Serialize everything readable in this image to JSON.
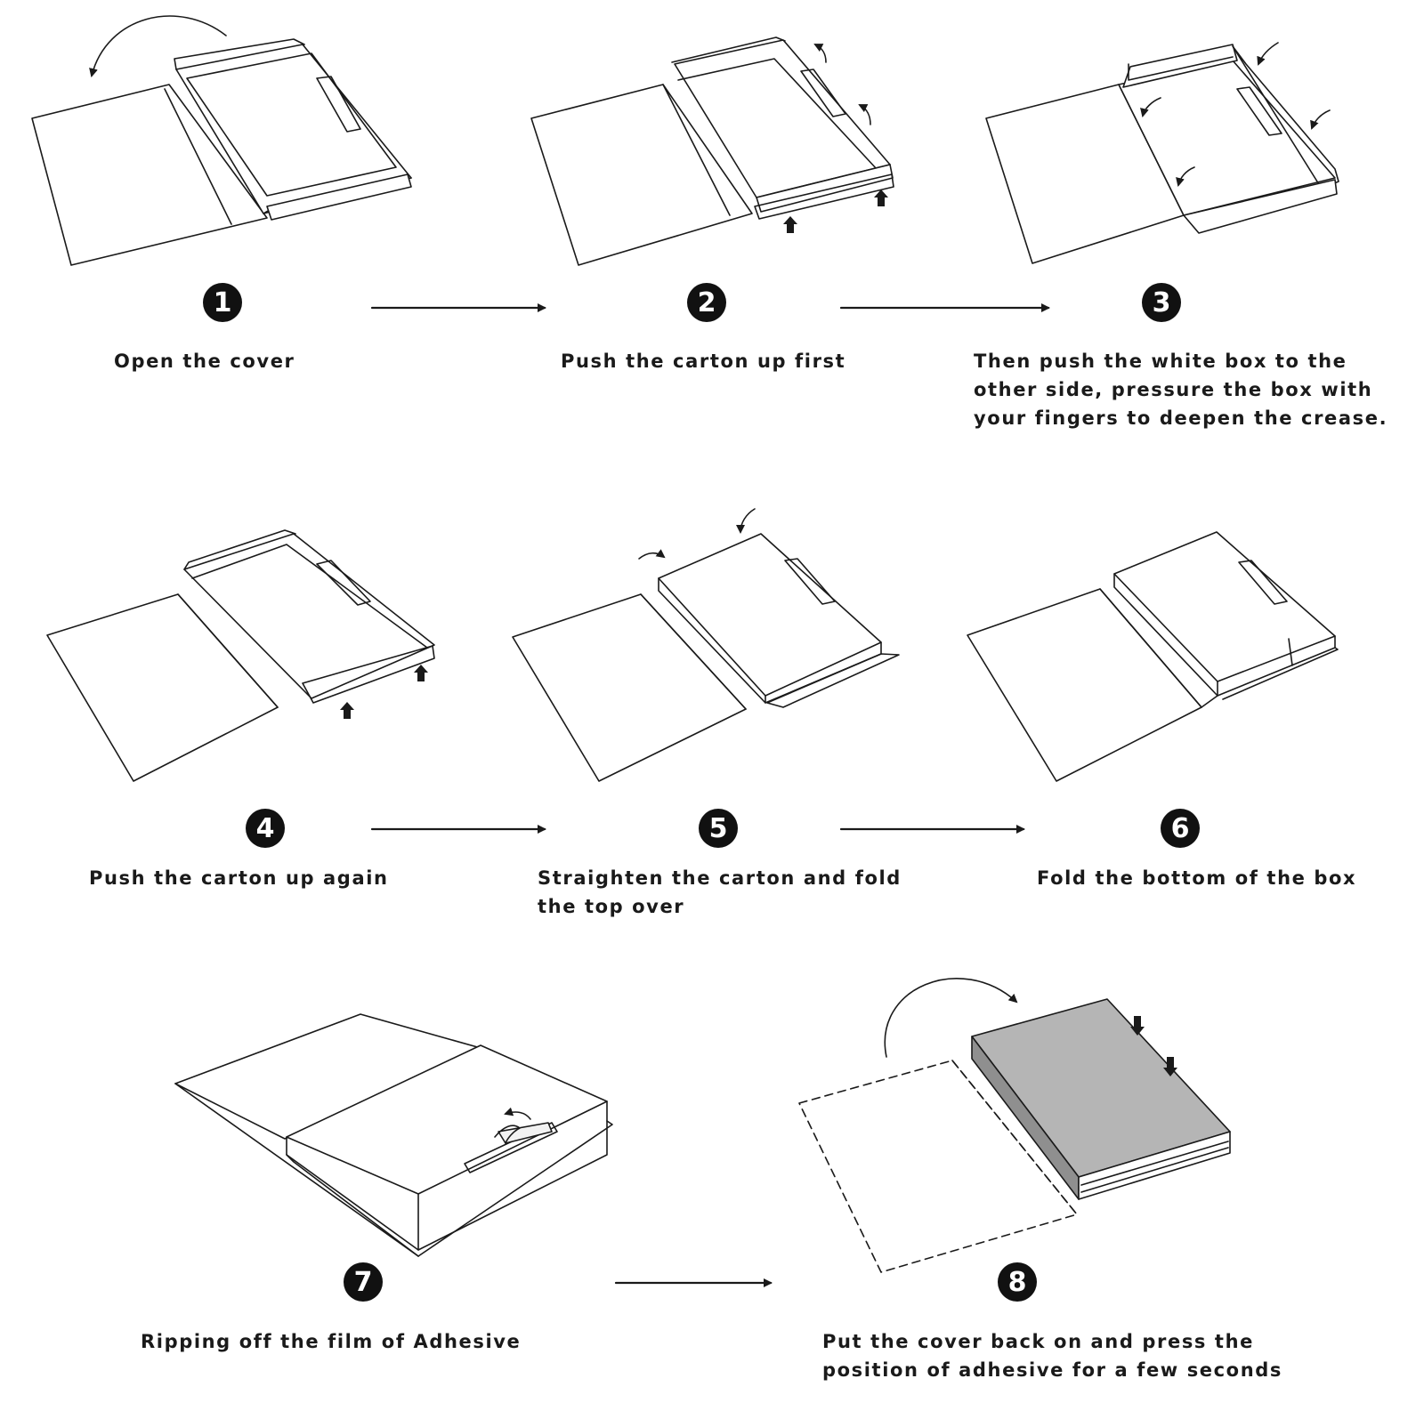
{
  "steps": [
    {
      "number": "1",
      "caption": [
        "Open the cover"
      ]
    },
    {
      "number": "2",
      "caption": [
        "Push the carton up first"
      ]
    },
    {
      "number": "3",
      "caption": [
        "Then push the white box to the",
        "other side, pressure the box with",
        "your fingers to deepen the crease."
      ]
    },
    {
      "number": "4",
      "caption": [
        "Push the carton up again"
      ]
    },
    {
      "number": "5",
      "caption": [
        "Straighten the carton and fold",
        "the top over"
      ]
    },
    {
      "number": "6",
      "caption": [
        "Fold the bottom of the box"
      ]
    },
    {
      "number": "7",
      "caption": [
        "Ripping off the film of Adhesive"
      ]
    },
    {
      "number": "8",
      "caption": [
        "Put the cover back on and press the",
        "position of adhesive for a few seconds"
      ]
    }
  ],
  "colors": {
    "line": "#1a1a1a",
    "box_fill": "#b5b5b5",
    "paper": "#ffffff"
  }
}
